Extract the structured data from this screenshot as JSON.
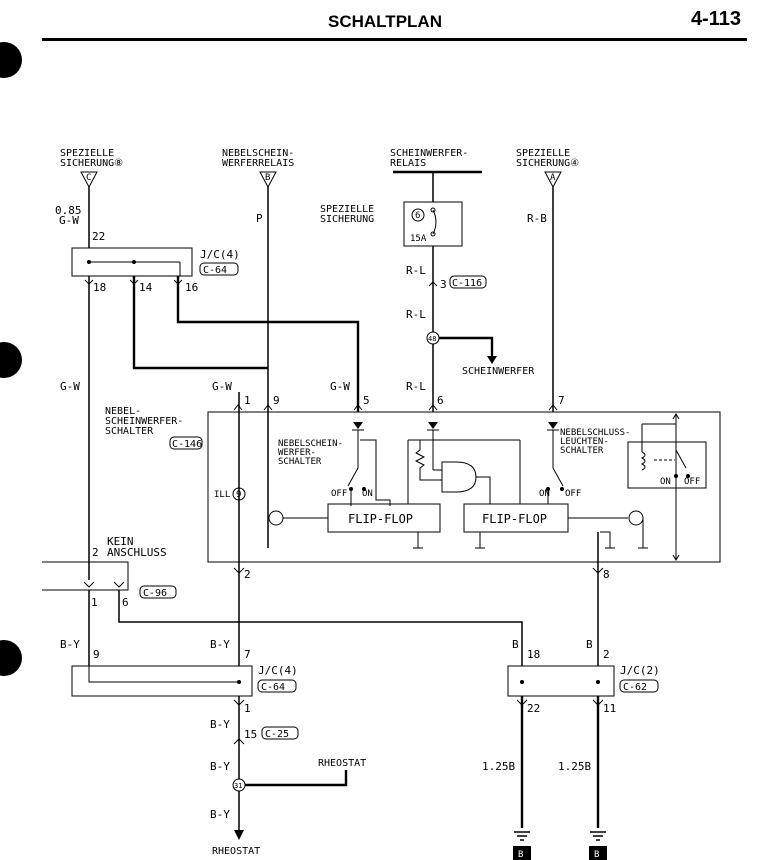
{
  "header": {
    "title": "SCHALTPLAN",
    "page": "4-113"
  },
  "top_sources": {
    "fuse8_l1": "SPEZIELLE",
    "fuse8_l2": "SICHERUNG⑧",
    "fuse8_tag": "C",
    "relay_l1": "NEBELSCHEIN-",
    "relay_l2": "WERFERRELAIS",
    "relay_tag": "B",
    "hl_l1": "SCHEINWERFER-",
    "hl_l2": "RELAIS",
    "fuse4_l1": "SPEZIELLE",
    "fuse4_l2": "SICHERUNG④",
    "fuse4_tag": "A",
    "fuse6_l1": "SPEZIELLE",
    "fuse6_l2": "SICHERUNG",
    "fuse6_num": "6",
    "fuse6_amp": "15A"
  },
  "wires": {
    "w_085_a": "0.85",
    "w_085_b": "G-W",
    "w_p": "P",
    "w_rb": "R-B",
    "w_rl1": "R-L",
    "w_rl2": "R-L",
    "w_rl3": "R-L",
    "w_gw_left": "G-W",
    "w_gw_mid": "G-W",
    "w_gw_mid2": "G-W",
    "w_by_l": "B-Y",
    "w_by_m1": "B-Y",
    "w_by_m2": "B-Y",
    "w_by_m3": "B-Y",
    "w_by_m4": "B-Y",
    "w_b1": "B",
    "w_b2": "B",
    "w_125a": "1.25B",
    "w_125b": "1.25B"
  },
  "connectors": {
    "jc4_top": "J/C(4)",
    "jc4_top_code": "C-64",
    "c116": "C-116",
    "c146": "C-146",
    "c96": "C-96",
    "jc4_bot": "J/C(4)",
    "jc4_bot_code": "C-64",
    "jc2": "J/C(2)",
    "jc2_code": "C-62",
    "c25": "C-25"
  },
  "pins": {
    "p22": "22",
    "p18": "18",
    "p14": "14",
    "p16": "16",
    "p3": "3",
    "p1": "1",
    "p9": "9",
    "p5": "5",
    "p6": "6",
    "p7": "7",
    "p2": "2",
    "p8": "8",
    "p1b": "1",
    "p6b": "6",
    "p9b": "9",
    "p7b": "7",
    "p18b": "18",
    "p2b": "2",
    "p1c": "1",
    "p22b": "22",
    "p11": "11",
    "p15": "15",
    "p2c": "2"
  },
  "splices": {
    "s48": "48",
    "s31": "31"
  },
  "labels": {
    "scheinwerfer": "SCHEINWERFER",
    "switch_l1": "NEBEL-",
    "switch_l2": "SCHEINWERFER-",
    "switch_l3": "SCHALTER",
    "fogsw_l1": "NEBELSCHEIN-",
    "fogsw_l2": "WERFER-",
    "fogsw_l3": "SCHALTER",
    "rearsw_l1": "NEBELSCHLUSS-",
    "rearsw_l2": "LEUCHTEN-",
    "rearsw_l3": "SCHALTER",
    "off1": "OFF",
    "on1": "ON",
    "on2": "ON",
    "off2": "OFF",
    "on3": "ON",
    "off3": "OFF",
    "ill": "ILL",
    "ill_num": "9",
    "flipflop1": "FLIP-FLOP",
    "flipflop2": "FLIP-FLOP",
    "kein_l1": "KEIN",
    "kein_l2": "ANSCHLUSS",
    "rheostat1": "RHEOSTAT",
    "rheostat2": "RHEOSTAT"
  },
  "ground_tags": {
    "g1": "B",
    "g2": "B"
  }
}
